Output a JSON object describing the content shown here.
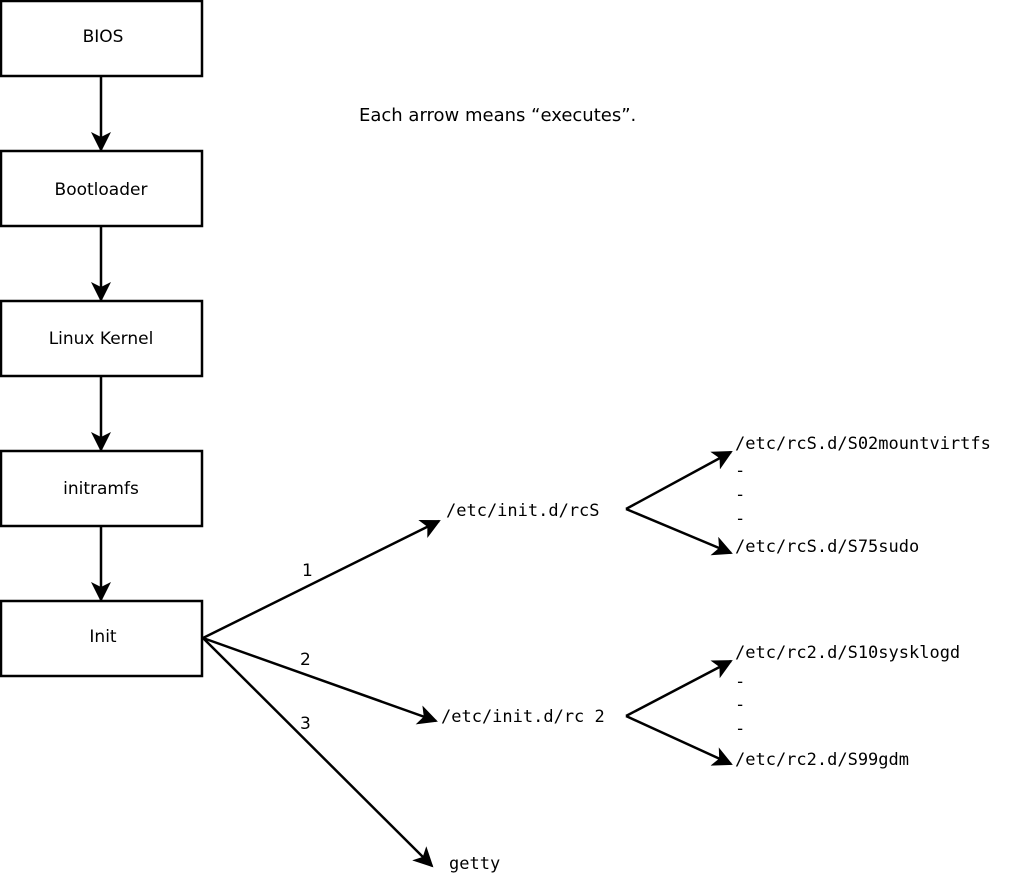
{
  "note": "Each arrow means “executes”.",
  "boot_chain": {
    "bios": "BIOS",
    "bootloader": "Bootloader",
    "kernel": "Linux Kernel",
    "initramfs": "initramfs",
    "init": "Init"
  },
  "branches": {
    "rcs": {
      "order": "1",
      "label": "/etc/init.d/rcS"
    },
    "rc2": {
      "order": "2",
      "label": "/etc/init.d/rc 2"
    },
    "getty": {
      "order": "3",
      "label": "getty"
    }
  },
  "rcs_scripts": {
    "first": "/etc/rcS.d/S02mountvirtfs",
    "dots": [
      "-",
      "-",
      "-"
    ],
    "last": "/etc/rcS.d/S75sudo"
  },
  "rc2_scripts": {
    "first": "/etc/rc2.d/S10sysklogd",
    "dots": [
      "-",
      "-",
      "-"
    ],
    "last": "/etc/rc2.d/S99gdm"
  },
  "colors": {
    "stroke": "#000000",
    "background": "#ffffff"
  }
}
